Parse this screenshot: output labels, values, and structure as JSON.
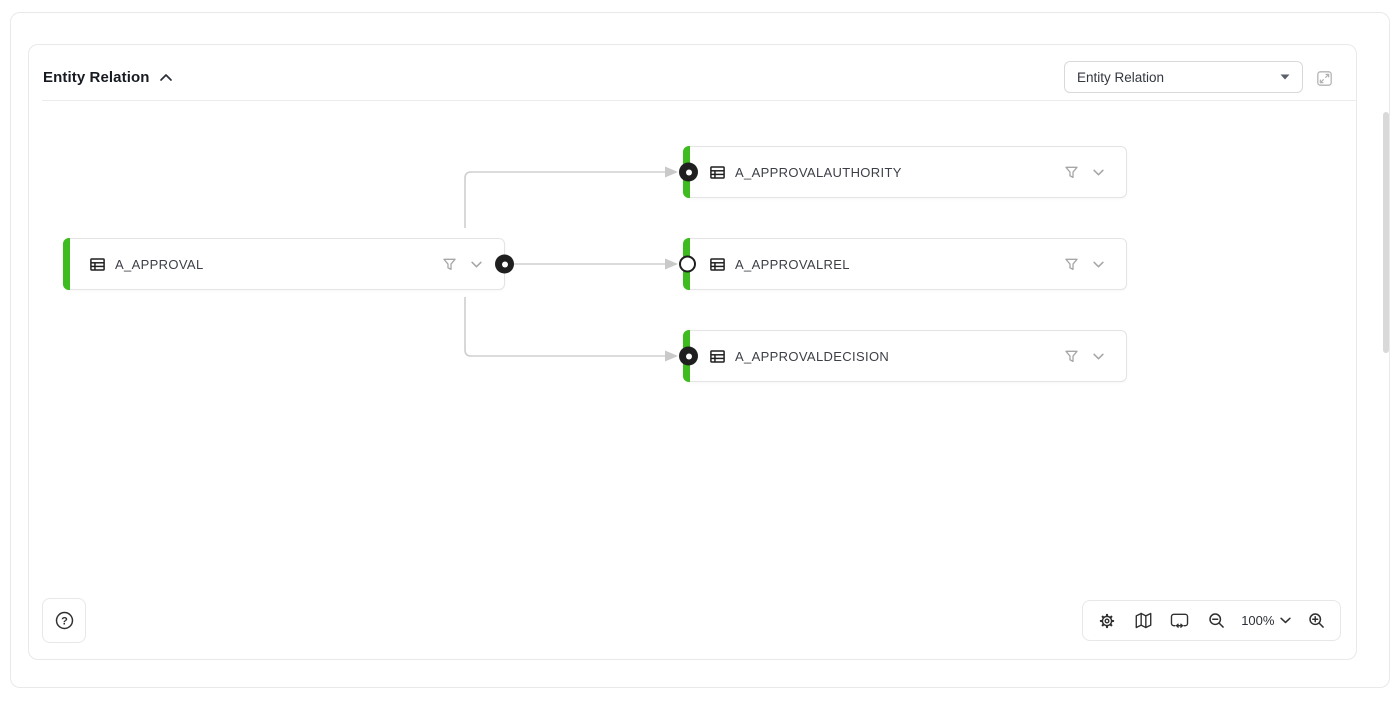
{
  "header": {
    "title": "Entity Relation"
  },
  "view_selector": {
    "value": "Entity Relation",
    "expand_icon": "expand-icon"
  },
  "diagram": {
    "accent_color": "#3dbb1f",
    "edge_color": "#cfcfcf",
    "nodes": [
      {
        "label": "A_APPROVAL",
        "role": "source",
        "icons": [
          "table-icon",
          "filter-icon",
          "chevron-down-icon"
        ]
      },
      {
        "label": "A_APPROVALAUTHORITY",
        "role": "target",
        "icons": [
          "table-icon",
          "filter-icon",
          "chevron-down-icon"
        ]
      },
      {
        "label": "A_APPROVALREL",
        "role": "target",
        "icons": [
          "table-icon",
          "filter-icon",
          "chevron-down-icon"
        ]
      },
      {
        "label": "A_APPROVALDECISION",
        "role": "target",
        "icons": [
          "table-icon",
          "filter-icon",
          "chevron-down-icon"
        ]
      }
    ],
    "edges": [
      {
        "from": "A_APPROVAL",
        "to": "A_APPROVALAUTHORITY"
      },
      {
        "from": "A_APPROVAL",
        "to": "A_APPROVALREL"
      },
      {
        "from": "A_APPROVAL",
        "to": "A_APPROVALDECISION"
      }
    ]
  },
  "controls": {
    "help_glyph": "?",
    "zoom_level": "100%",
    "buttons": [
      "settings",
      "minimap",
      "fit-view",
      "zoom-out",
      "zoom-level-dropdown",
      "zoom-in"
    ]
  }
}
